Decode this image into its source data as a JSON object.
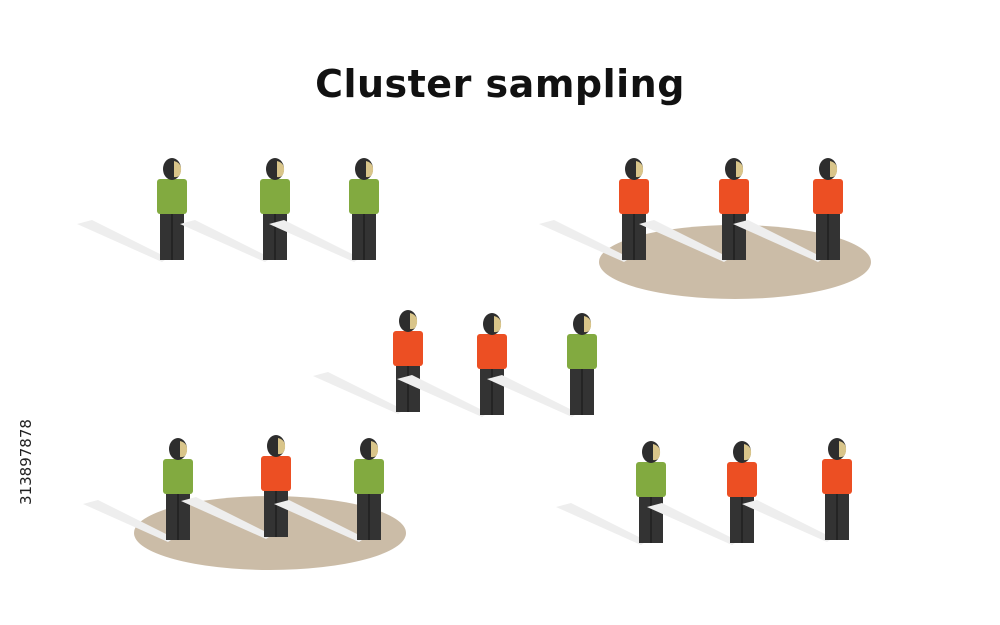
{
  "title": "Cluster sampling",
  "stock_id": "313897878",
  "colors": {
    "selected_shirt": "#ec4f23",
    "unselected_shirt": "#82aa40",
    "pants": "#333333",
    "head": "#2d2d2d",
    "face": "#d9c58a",
    "cluster_base": "#cbbca7",
    "shadow": "#eeeeee"
  },
  "clusters": [
    {
      "name": "cluster-top-left",
      "selected": false,
      "people": [
        "unselected",
        "unselected",
        "unselected"
      ]
    },
    {
      "name": "cluster-top-right",
      "selected": true,
      "people": [
        "selected",
        "selected",
        "selected"
      ]
    },
    {
      "name": "cluster-middle",
      "selected": false,
      "people": [
        "selected",
        "selected",
        "unselected"
      ]
    },
    {
      "name": "cluster-bottom-left",
      "selected": true,
      "people": [
        "unselected",
        "selected",
        "unselected"
      ]
    },
    {
      "name": "cluster-bottom-right",
      "selected": false,
      "people": [
        "unselected",
        "selected",
        "selected"
      ]
    }
  ]
}
